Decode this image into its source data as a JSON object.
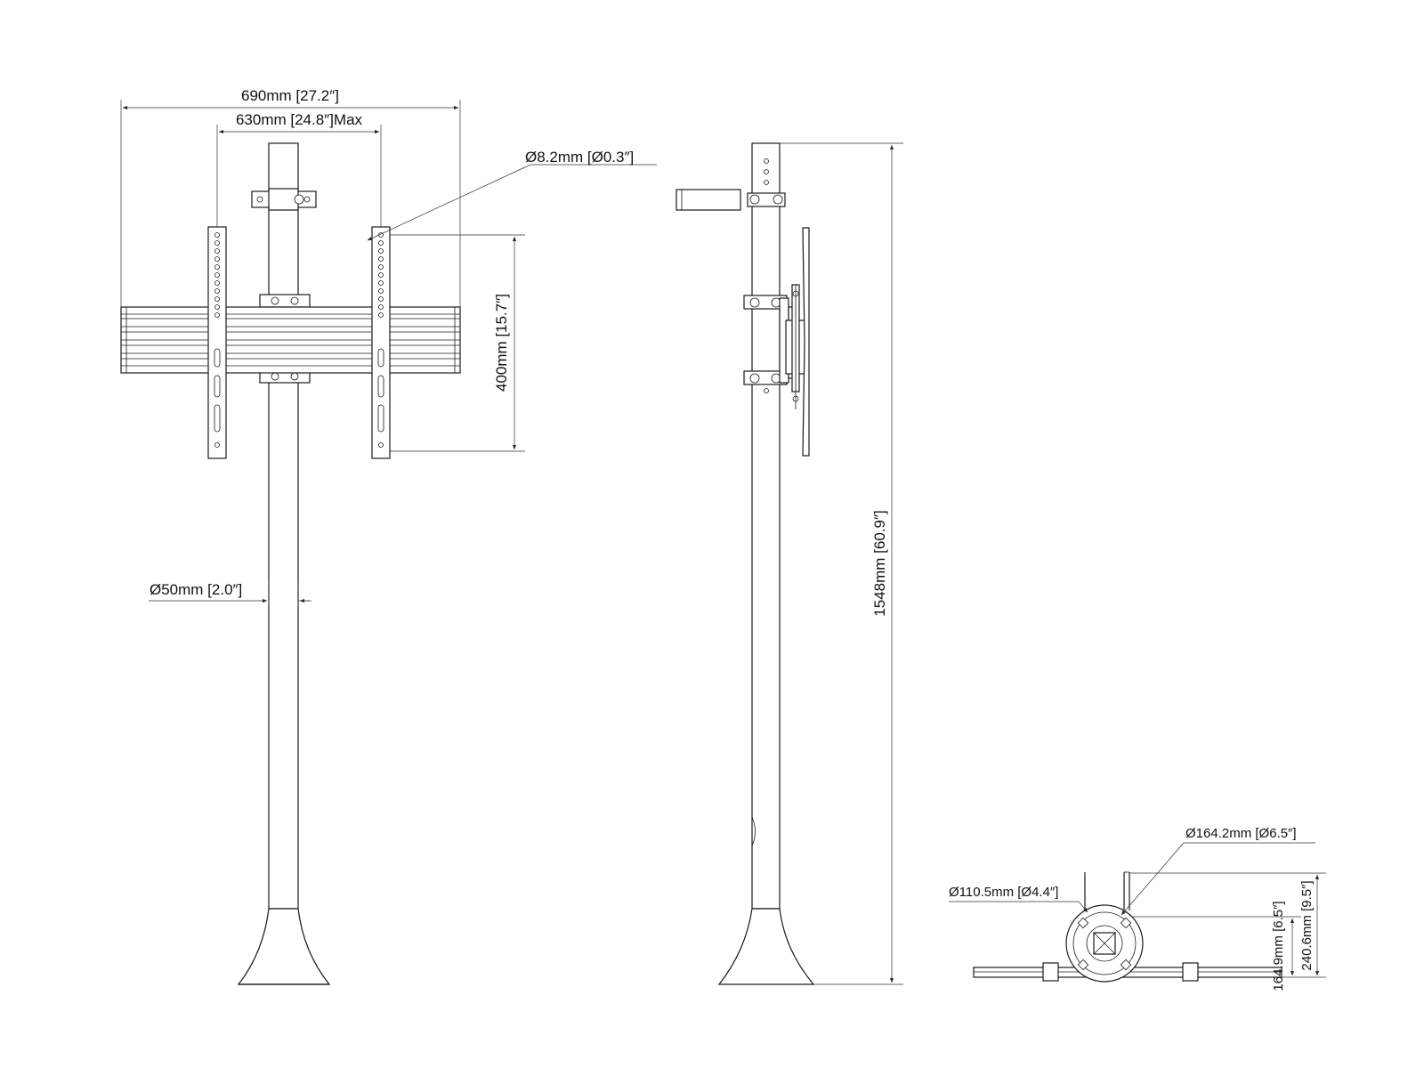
{
  "dimensions": {
    "overall_width": "690mm [27.2″]",
    "max_width": "630mm [24.8″]Max",
    "bolt_diameter": "Ø8.2mm [Ø0.3″]",
    "vertical_spacing": "400mm [15.7″]",
    "pole_diameter": "Ø50mm [2.0″]",
    "overall_height": "1548mm [60.9″]",
    "base_outer_diameter": "Ø164.2mm [Ø6.5″]",
    "base_inner_diameter": "Ø110.5mm [Ø4.4″]",
    "base_depth_inner": "164.9mm [6.5″]",
    "base_depth_outer": "240.6mm [9.5″]"
  }
}
